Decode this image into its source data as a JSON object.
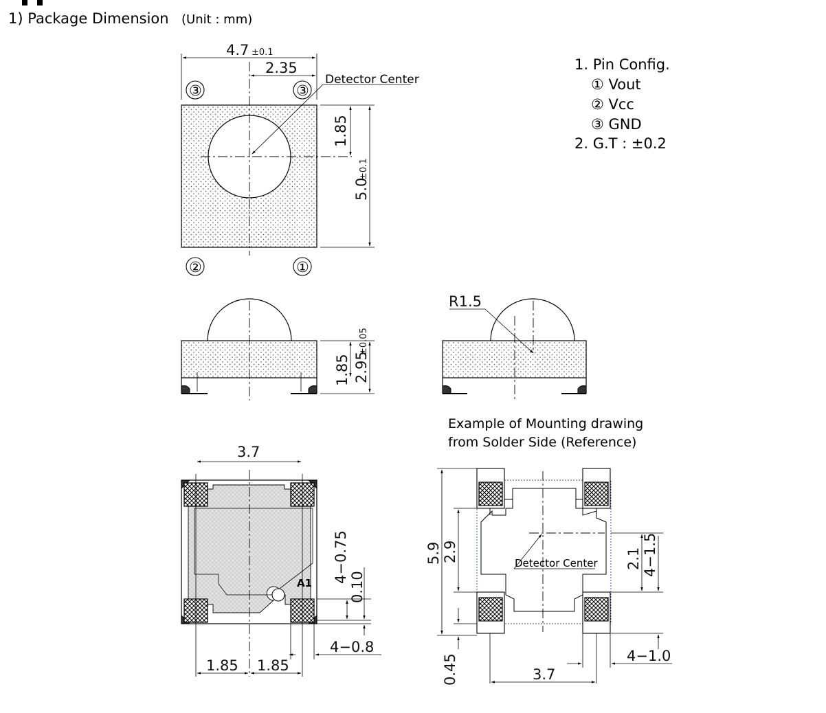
{
  "heading": {
    "title": "1) Package Dimension",
    "unit": "(Unit : mm)"
  },
  "pin_config": {
    "title": "1. Pin Config.",
    "pins": [
      "① Vout",
      "② Vcc",
      "③ GND"
    ],
    "tolerance": "2. G.T : ±0.2"
  },
  "top_view": {
    "width": "4.7",
    "width_tol": "±0.1",
    "center_x": "2.35",
    "center_y": "1.85",
    "height": "5.0",
    "height_tol": "±0.1",
    "detector_label": "Detector Center",
    "pins": [
      "③",
      "③",
      "②",
      "①"
    ]
  },
  "side_view": {
    "body_height": "1.85",
    "total_height": "2.95",
    "total_height_tol": "±0.05"
  },
  "side_view_2": {
    "radius": "R1.5"
  },
  "bottom_view": {
    "pad_pitch": "3.7",
    "pad_height": "4−0.75",
    "gap": "0.10",
    "pad_width": "4−0.8",
    "half_pitch_left": "1.85",
    "half_pitch_right": "1.85",
    "pin_marker": "A1"
  },
  "mounting": {
    "title_line1": "Example of Mounting drawing",
    "title_line2": "from Solder Side (Reference)",
    "total_height": "5.9",
    "center_height": "2.9",
    "pad_width_dim": "2.1",
    "pad_length": "4−1.5",
    "gap": "0.45",
    "pitch": "3.7",
    "pad_count_width": "4−1.0",
    "detector_label": "Detector Center"
  }
}
